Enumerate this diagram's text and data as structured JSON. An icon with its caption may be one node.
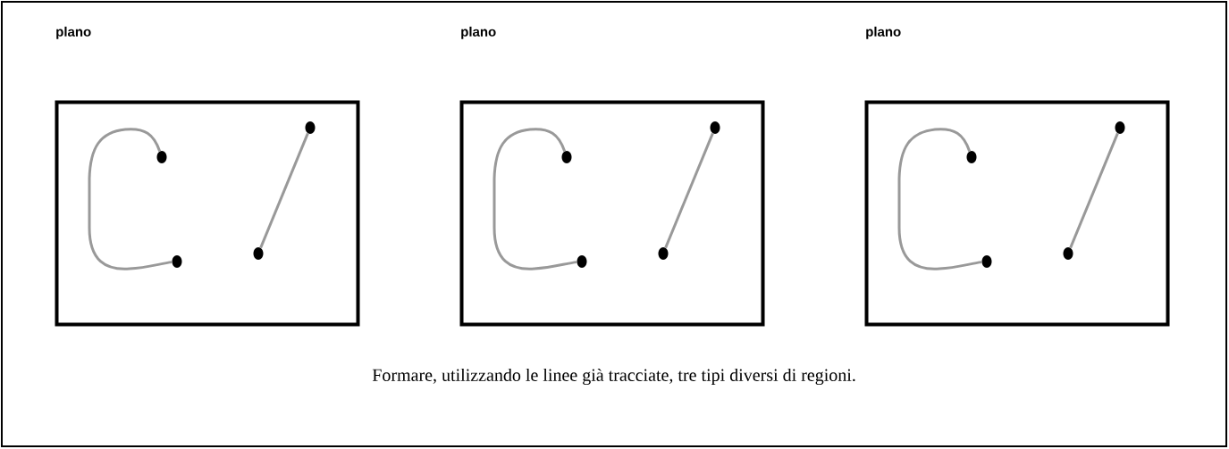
{
  "diagram": {
    "nodes": [
      {
        "text": [
          "plano"
        ]
      },
      {
        "text": [],
        "shape": "circle",
        "in": 0
      },
      {
        "text": [],
        "shape": "circle",
        "in": 0
      },
      {
        "text": [],
        "shape": "circle",
        "in": 0
      },
      {
        "text": [],
        "shape": "circle",
        "in": 0
      },
      {
        "text": [
          "plano"
        ]
      },
      {
        "text": [],
        "shape": "circle",
        "in": 5
      },
      {
        "text": [],
        "shape": "circle",
        "in": 5
      },
      {
        "text": [],
        "shape": "circle",
        "in": 5
      },
      {
        "text": [],
        "shape": "circle",
        "in": 5
      },
      {
        "text": [
          "plano"
        ]
      },
      {
        "text": [],
        "shape": "circle",
        "in": 10
      },
      {
        "text": [],
        "shape": "circle",
        "in": 10
      },
      {
        "text": [],
        "shape": "circle",
        "in": 10
      },
      {
        "text": [],
        "shape": "circle",
        "in": 10
      }
    ],
    "edges": [
      {
        "from": 1,
        "to": 2,
        "arrow": "none"
      },
      {
        "from": 3,
        "to": 4,
        "arrow": "none"
      },
      {
        "from": 6,
        "to": 7,
        "arrow": "none"
      },
      {
        "from": 8,
        "to": 9,
        "arrow": "none"
      },
      {
        "from": 11,
        "to": 12,
        "arrow": "none"
      },
      {
        "from": 13,
        "to": 14,
        "arrow": "none"
      }
    ],
    "caption": "Formare, utilizzando le linee già tracciate, tre tipi diversi di regioni."
  }
}
